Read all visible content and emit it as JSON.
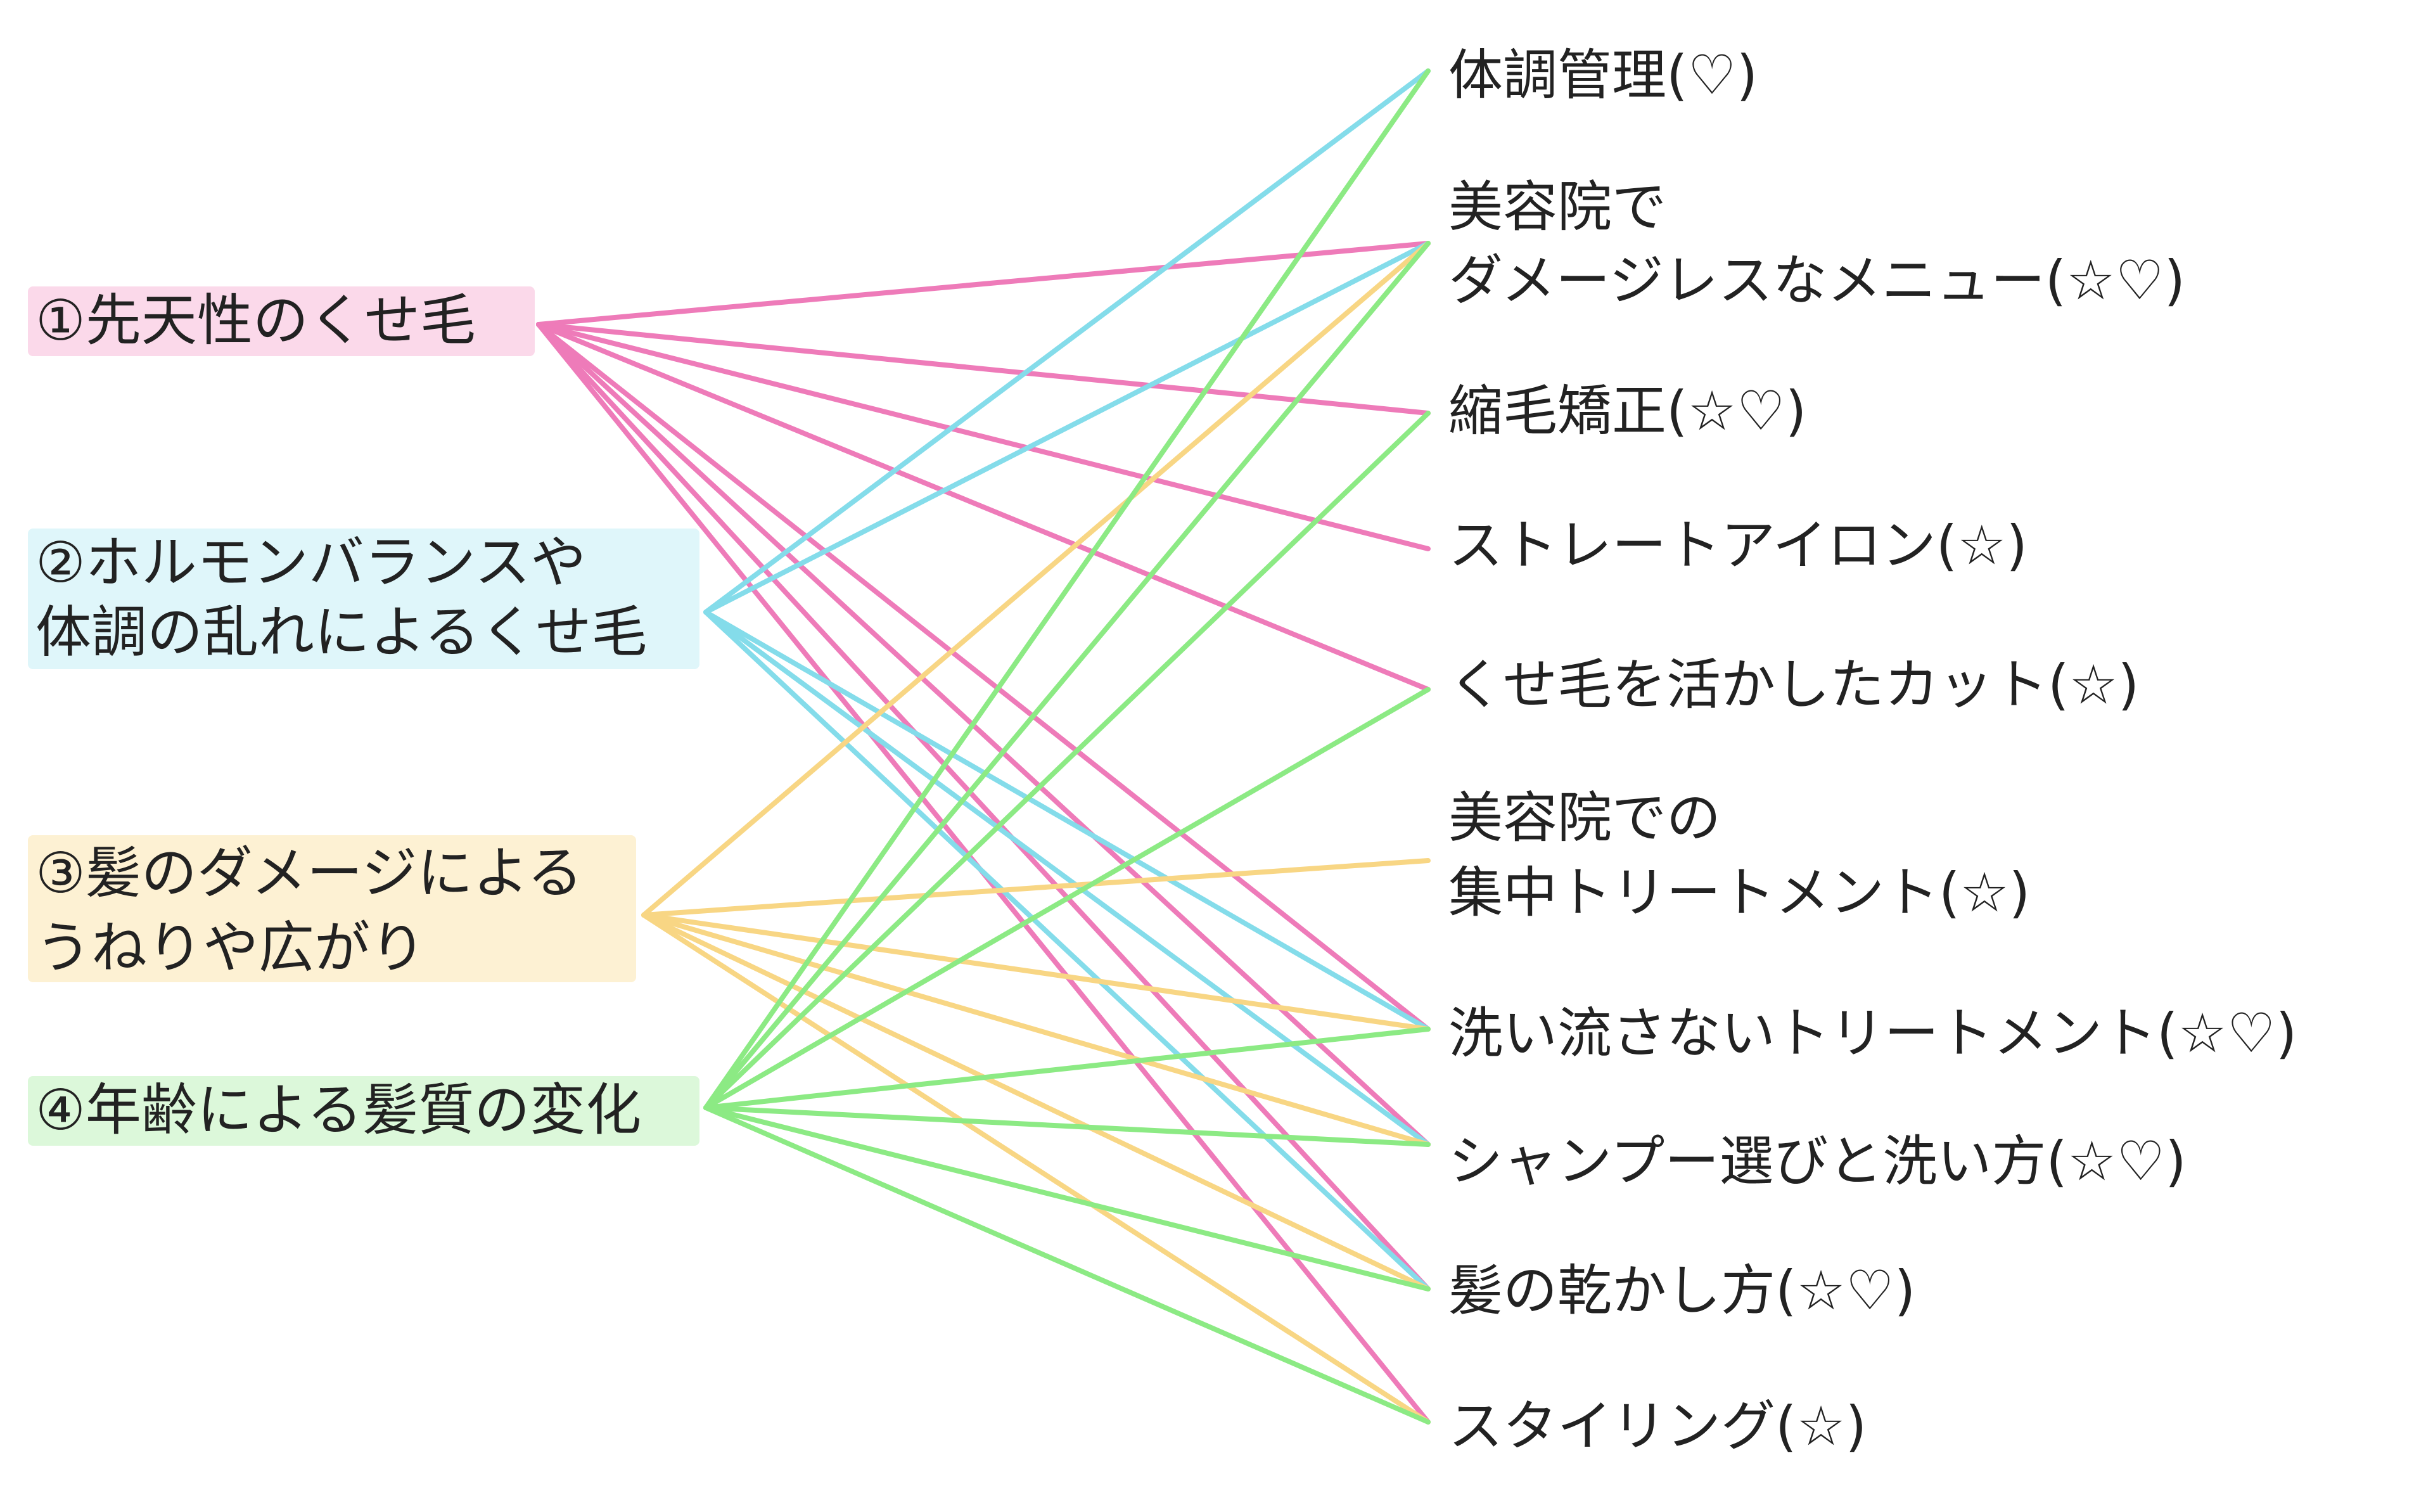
{
  "causes": [
    {
      "id": "c1",
      "lines": [
        "①先天性のくせ毛"
      ],
      "color": "#ee7bb9",
      "highlight": "#fbd9ea"
    },
    {
      "id": "c2",
      "lines": [
        "②ホルモンバランスや",
        "体調の乱れによるくせ毛"
      ],
      "color": "#84dcea",
      "highlight": "#dff6fa"
    },
    {
      "id": "c3",
      "lines": [
        "③髪のダメージによる",
        "うねりや広がり"
      ],
      "color": "#f8d684",
      "highlight": "#fdf1d3"
    },
    {
      "id": "c4",
      "lines": [
        "④年齢による髪質の変化"
      ],
      "color": "#8cea84",
      "highlight": "#dcf8da"
    }
  ],
  "solutions": [
    {
      "id": "s1",
      "lines": [
        "体調管理(♡)"
      ]
    },
    {
      "id": "s2",
      "lines": [
        "美容院で",
        "ダメージレスなメニュー(☆♡)"
      ]
    },
    {
      "id": "s3",
      "lines": [
        "縮毛矯正(☆♡)"
      ]
    },
    {
      "id": "s4",
      "lines": [
        "ストレートアイロン(☆)"
      ]
    },
    {
      "id": "s5",
      "lines": [
        "くせ毛を活かしたカット(☆)"
      ]
    },
    {
      "id": "s6",
      "lines": [
        "美容院での",
        "集中トリートメント(☆)"
      ]
    },
    {
      "id": "s7",
      "lines": [
        "洗い流さないトリートメント(☆♡)"
      ]
    },
    {
      "id": "s8",
      "lines": [
        "シャンプー選びと洗い方(☆♡)"
      ]
    },
    {
      "id": "s9",
      "lines": [
        "髪の乾かし方(☆♡)"
      ]
    },
    {
      "id": "s10",
      "lines": [
        "スタイリング(☆)"
      ]
    }
  ],
  "links": {
    "c1": [
      "s2",
      "s3",
      "s4",
      "s5",
      "s7",
      "s8",
      "s9",
      "s10"
    ],
    "c2": [
      "s1",
      "s2",
      "s7",
      "s8",
      "s9"
    ],
    "c3": [
      "s2",
      "s6",
      "s7",
      "s8",
      "s9",
      "s10"
    ],
    "c4": [
      "s1",
      "s2",
      "s3",
      "s5",
      "s7",
      "s8",
      "s9",
      "s10"
    ]
  }
}
